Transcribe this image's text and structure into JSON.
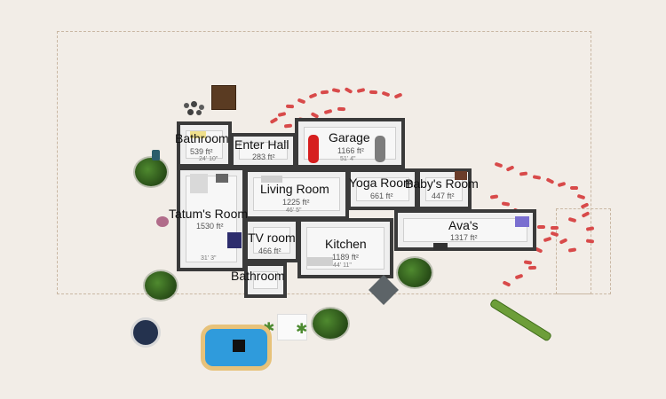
{
  "app": {
    "title": "Floor plan"
  },
  "rooms": [
    {
      "name": "Bathroom",
      "area": "539 ft²",
      "dim": "24' 10\""
    },
    {
      "name": "Enter Hall",
      "area": "283 ft²",
      "dim": ""
    },
    {
      "name": "Garage",
      "area": "1166 ft²",
      "dim": "51' 4\""
    },
    {
      "name": "Living Room",
      "area": "1225 ft²",
      "dim": "46' 5\""
    },
    {
      "name": "Yoga Room",
      "area": "661 ft²",
      "dim": ""
    },
    {
      "name": "Baby's Room",
      "area": "447 ft²",
      "dim": ""
    },
    {
      "name": "Tatum's Room",
      "area": "1530 ft²",
      "dim": "31' 3\""
    },
    {
      "name": "Ava's",
      "area": "1317 ft²",
      "dim": ""
    },
    {
      "name": "TV room",
      "area": "466 ft²",
      "dim": ""
    },
    {
      "name": "Kitchen",
      "area": "1189 ft²",
      "dim": "44' 11\""
    },
    {
      "name": "Bathroom",
      "area": "",
      "dim": ""
    }
  ],
  "colors": {
    "background": "#f2ede7",
    "wall": "#3a3a3a",
    "tree": "#3b6a22",
    "pool": "#2f9bdc",
    "flower": "#d84a4a",
    "car_red": "#d61f1f",
    "car_gray": "#7c7c7c"
  }
}
